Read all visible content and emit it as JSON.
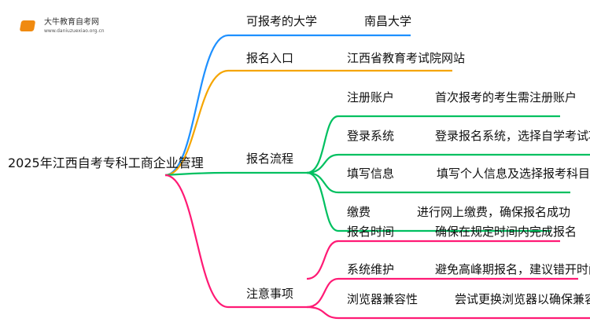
{
  "logo": {
    "name": "大牛教育自考网",
    "url": "www.daniuzuexiao.org.cn"
  },
  "root": "2025年江西自考专科工商企业管理",
  "branches": [
    {
      "label": "可报考的大学",
      "value": "南昌大学",
      "color": "#1e90ff"
    },
    {
      "label": "报名入口",
      "value": "江西省教育考试院网站",
      "color": "#f5a500"
    },
    {
      "label": "报名流程",
      "color": "#00c060",
      "children": [
        {
          "label": "注册账户",
          "value": "首次报考的考生需注册账户"
        },
        {
          "label": "登录系统",
          "value": "登录报名系统，选择自学考试项目"
        },
        {
          "label": "填写信息",
          "value": "填写个人信息及选择报考科目"
        },
        {
          "label": "缴费",
          "value": "进行网上缴费，确保报名成功"
        }
      ]
    },
    {
      "label": "注意事项",
      "color": "#ff1a75",
      "children": [
        {
          "label": "报名时间",
          "value": "确保在规定时间内完成报名"
        },
        {
          "label": "系统维护",
          "value": "避免高峰期报名，建议错开时间"
        },
        {
          "label": "浏览器兼容性",
          "value": "尝试更换浏览器以确保兼容性"
        }
      ]
    }
  ]
}
